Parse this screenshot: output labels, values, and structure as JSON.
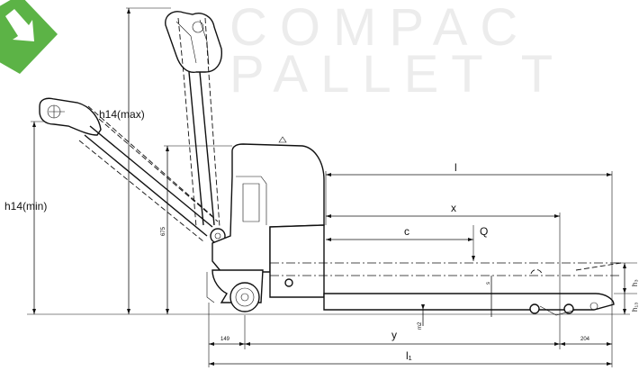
{
  "watermark": {
    "line1": "COMPAC",
    "line2": "PALLET T"
  },
  "logo": {
    "color": "#5cb346",
    "icon": "arrow-down-right-icon"
  },
  "labels": {
    "h14_max": "h14(max)",
    "h14_min": "h14(min)",
    "h675": "675",
    "l": "l",
    "x": "x",
    "c": "c",
    "Q": "Q",
    "d149": "149",
    "y": "y",
    "d204": "204",
    "l1": "l₁",
    "h3": "h₃",
    "h13": "h₁₃",
    "s": "s",
    "m2": "m2"
  }
}
